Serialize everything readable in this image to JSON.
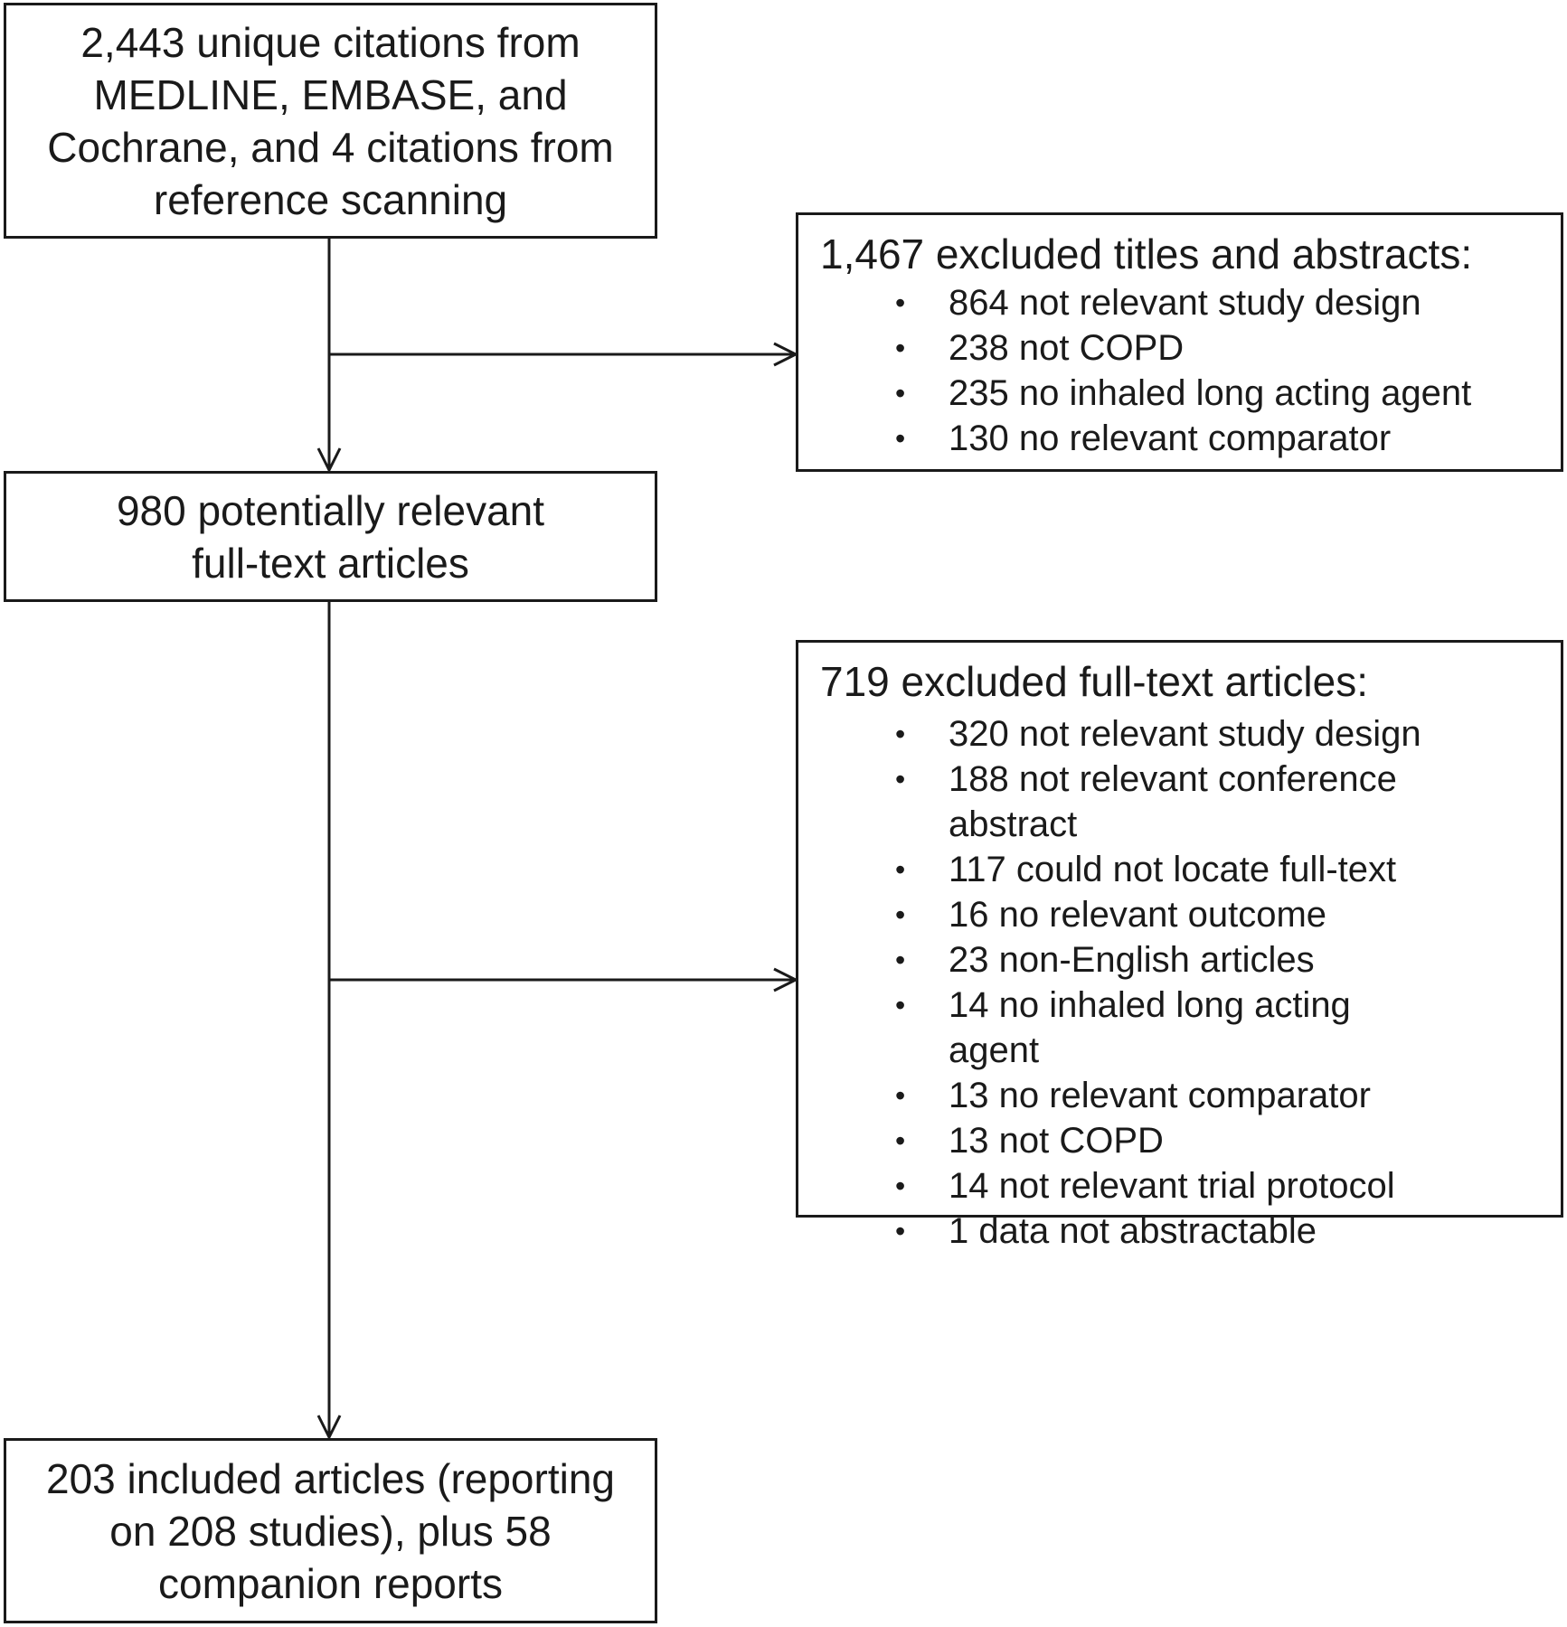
{
  "identification": {
    "lines": [
      "2,443 unique citations from",
      "MEDLINE, EMBASE, and",
      "Cochrane, and 4 citations from",
      "reference scanning"
    ]
  },
  "screening_exclusions": {
    "title": "1,467 excluded titles and abstracts:",
    "items": [
      "864 not relevant study design",
      "238 not COPD",
      "235 no inhaled long acting agent",
      "130 no relevant comparator"
    ]
  },
  "fulltext": {
    "lines": [
      "980 potentially relevant",
      "full-text articles"
    ]
  },
  "fulltext_exclusions": {
    "title": "719 excluded full-text articles:",
    "items": [
      "320 not relevant study design",
      "188 not relevant conference abstract",
      "117 could not locate full-text",
      "16 no relevant outcome",
      "23 non-English articles",
      "14 no inhaled long acting agent",
      "13 no relevant comparator",
      "13 not COPD",
      "14 not relevant trial protocol",
      "1 data not abstractable"
    ]
  },
  "included": {
    "lines": [
      "203 included articles (reporting",
      "on 208 studies), plus 58",
      "companion reports"
    ]
  }
}
